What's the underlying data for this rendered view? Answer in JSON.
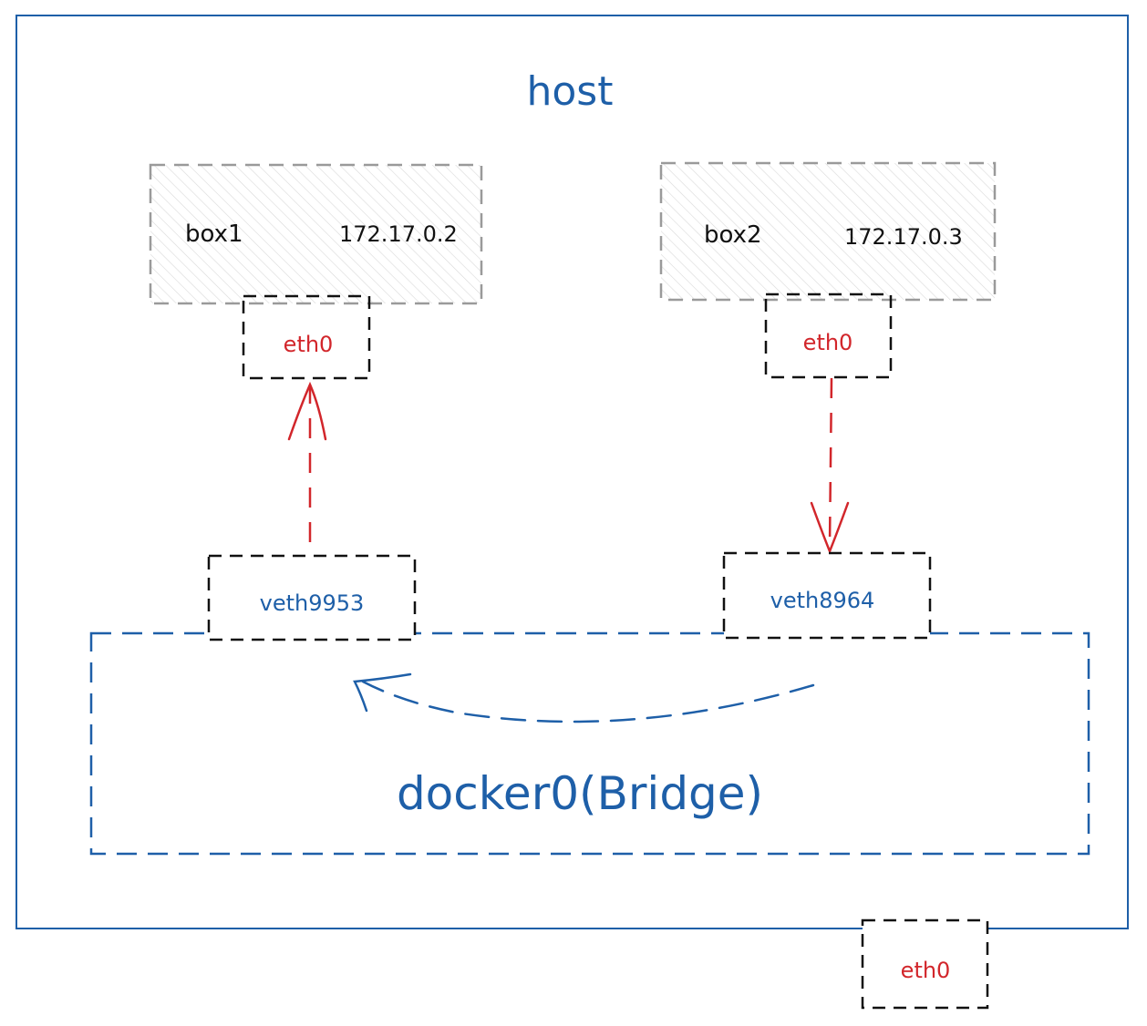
{
  "host": {
    "label": "host"
  },
  "containers": [
    {
      "name": "box1",
      "ip": "172.17.0.2",
      "iface": "eth0"
    },
    {
      "name": "box2",
      "ip": "172.17.0.3",
      "iface": "eth0"
    }
  ],
  "veths": [
    {
      "label": "veth9953"
    },
    {
      "label": "veth8964"
    }
  ],
  "bridge": {
    "label": "docker0(Bridge)"
  },
  "host_iface": {
    "label": "eth0"
  },
  "colors": {
    "host_blue": "#1e5fa8",
    "iface_red": "#d2262b",
    "box_gray": "#9a9a9a",
    "text_black": "#111111",
    "stroke_black": "#111111"
  }
}
